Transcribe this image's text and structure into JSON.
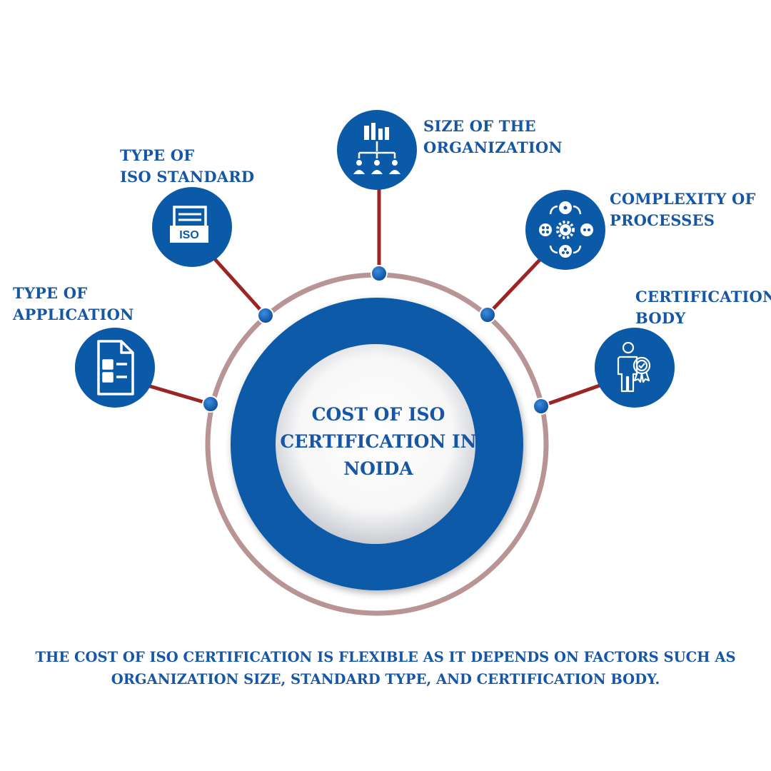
{
  "center": {
    "line1": "COST OF ISO",
    "line2": "CERTIFICATION IN",
    "line3": "NOIDA"
  },
  "factors": [
    {
      "id": "type-of-application",
      "line1": "TYPE OF",
      "line2": "APPLICATION",
      "icon": "application-form-icon"
    },
    {
      "id": "type-of-iso-standard",
      "line1": "TYPE OF",
      "line2": "ISO STANDARD",
      "icon": "iso-document-icon",
      "icon_text": "ISO"
    },
    {
      "id": "size-of-organization",
      "line1": "SIZE OF THE",
      "line2": "ORGANIZATION",
      "icon": "organization-chart-icon"
    },
    {
      "id": "complexity-of-processes",
      "line1": "COMPLEXITY OF",
      "line2": "PROCESSES",
      "icon": "process-cycle-icon"
    },
    {
      "id": "certification-body",
      "line1": "CERTIFICATION",
      "line2": "BODY",
      "icon": "certified-person-icon"
    }
  ],
  "footer": {
    "line1": "THE COST OF ISO CERTIFICATION IS FLEXIBLE AS IT DEPENDS ON FACTORS SUCH AS",
    "line2": "ORGANIZATION SIZE, STANDARD TYPE, AND CERTIFICATION BODY."
  },
  "colors": {
    "primary_blue": "#0b5aa8",
    "text_blue": "#1557a6",
    "outer_ring": "#b89494",
    "connector": "#9b2424"
  }
}
